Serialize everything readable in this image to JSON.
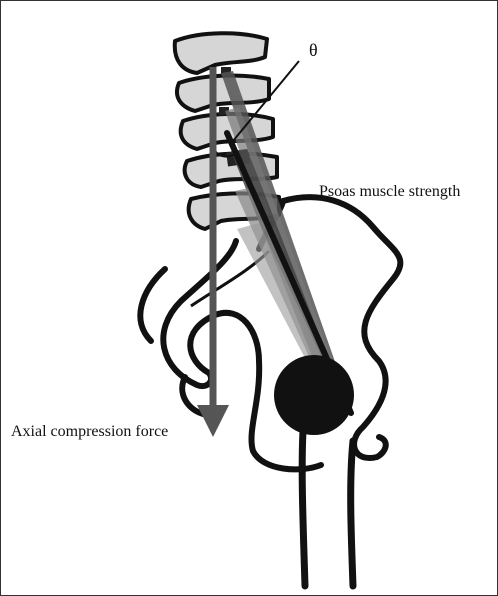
{
  "labels": {
    "theta": "θ",
    "psoas": "Psoas muscle strength",
    "axial": "Axial compression force"
  },
  "colors": {
    "ink": "#111111",
    "vertebra_fill": "#d6d6d6",
    "muscle_fill": "#8a8a8a",
    "background": "#ffffff"
  }
}
